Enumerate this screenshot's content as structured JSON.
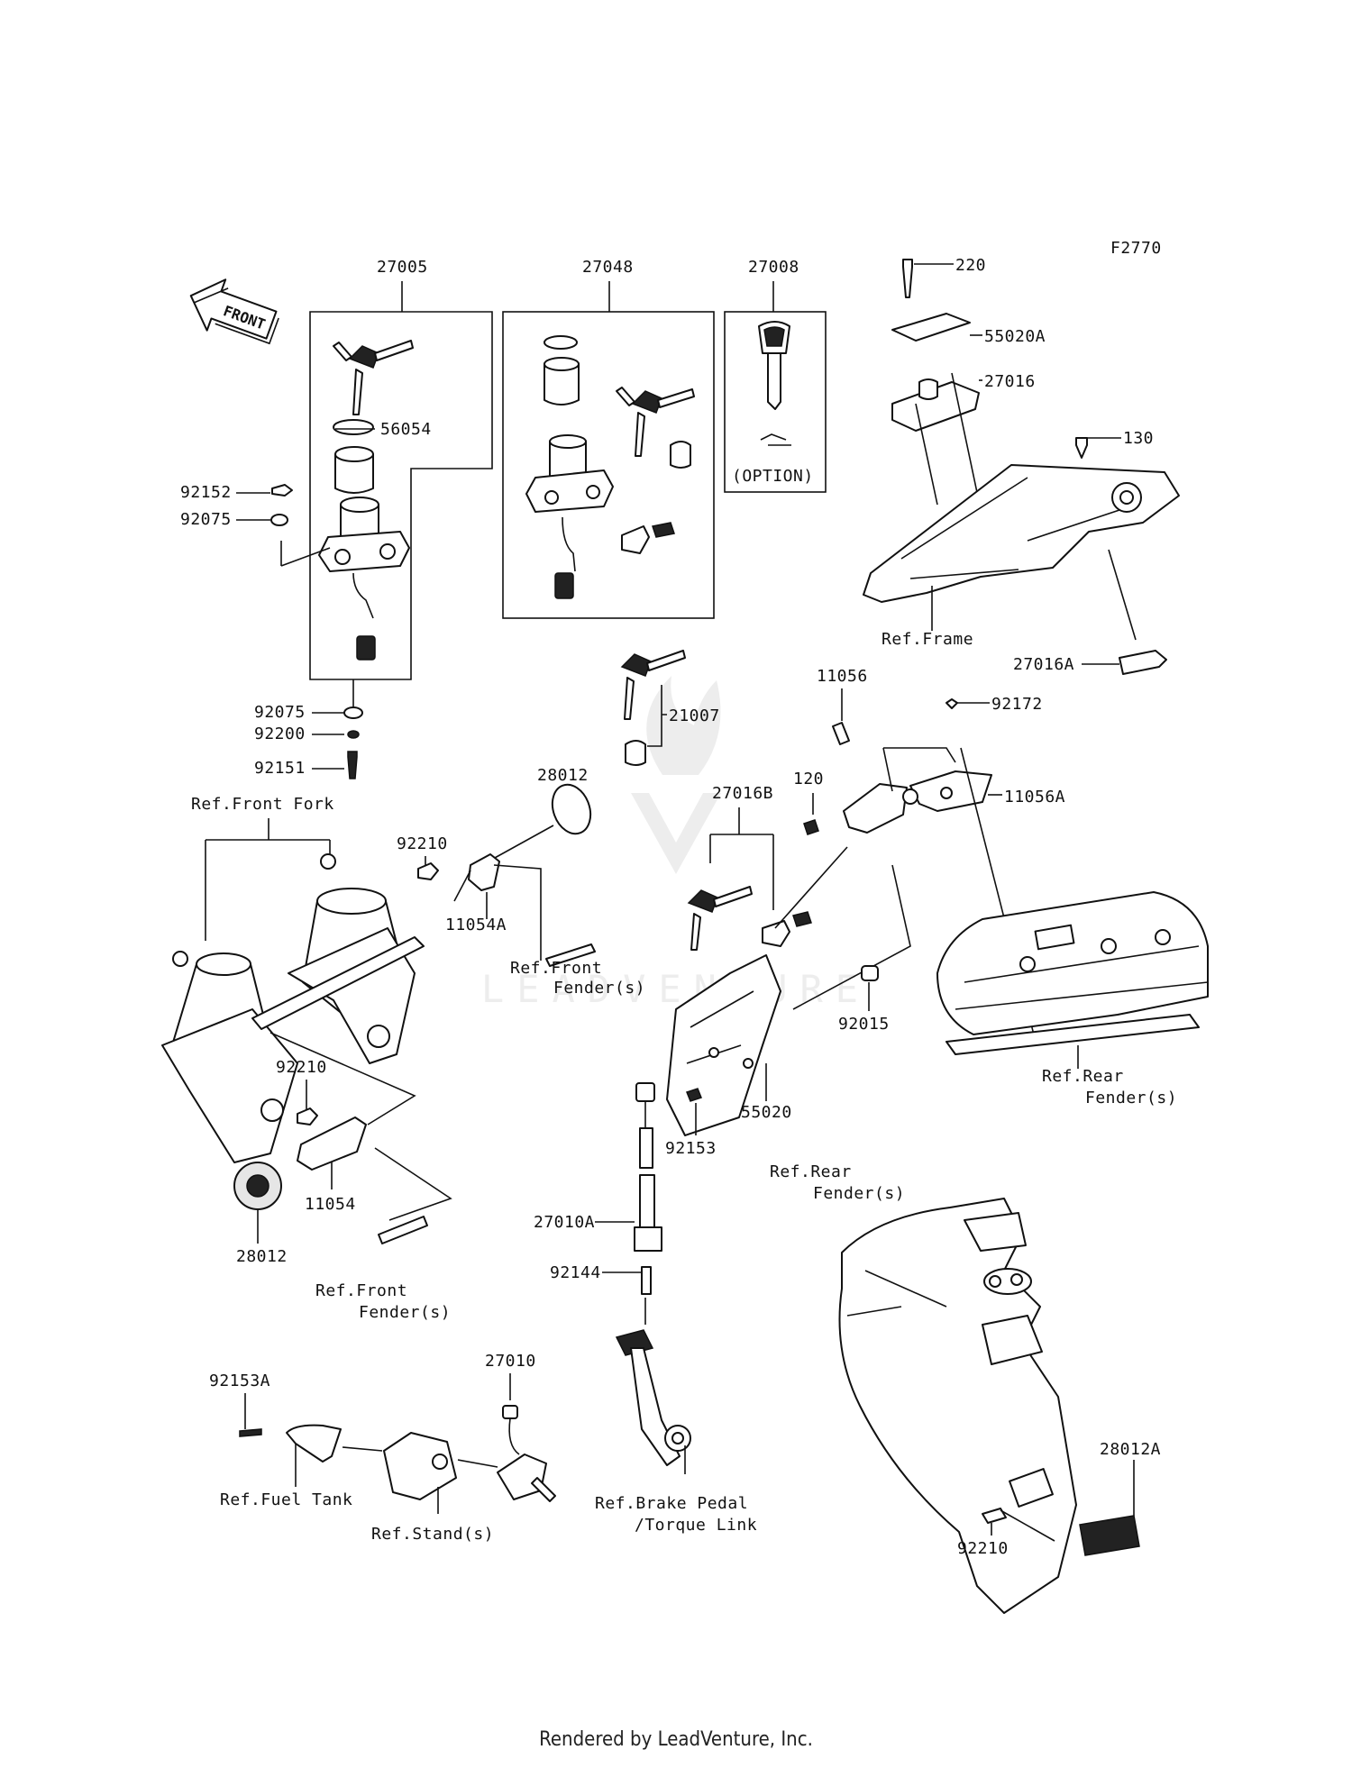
{
  "figure_code": "F2770",
  "front_arrow": "FRONT",
  "footer": "Rendered by LeadVenture, Inc.",
  "watermark": "LEADVENTURE",
  "option_label": "(OPTION)",
  "labels": {
    "p27005": "27005",
    "p27048": "27048",
    "p27008": "27008",
    "p220": "220",
    "p55020A": "55020A",
    "p27016": "27016",
    "p130": "130",
    "p56054": "56054",
    "p92152": "92152",
    "p92075a": "92075",
    "p92075b": "92075",
    "p92200": "92200",
    "p92151": "92151",
    "ref_frame": "Ref.Frame",
    "p27016A": "27016A",
    "p21007": "21007",
    "p11056": "11056",
    "p92172": "92172",
    "p28012a": "28012",
    "p120": "120",
    "p11056A": "11056A",
    "ref_front_fork": "Ref.Front Fork",
    "p92210a": "92210",
    "p27016B": "27016B",
    "p11054A": "11054A",
    "ref_front_fender_a1": "Ref.Front",
    "ref_front_fender_a2": "Fender(s)",
    "p92015": "92015",
    "ref_rear_fender_a1": "Ref.Rear",
    "ref_rear_fender_a2": "Fender(s)",
    "p92210b": "92210",
    "p92153": "92153",
    "p55020": "55020",
    "p11054": "11054",
    "p28012b": "28012",
    "ref_rear_fender_b1": "Ref.Rear",
    "ref_rear_fender_b2": "Fender(s)",
    "p27010A": "27010A",
    "p92144": "92144",
    "ref_front_fender_b1": "Ref.Front",
    "ref_front_fender_b2": "Fender(s)",
    "p92153A": "92153A",
    "p27010": "27010",
    "ref_fuel_tank": "Ref.Fuel Tank",
    "ref_stands": "Ref.Stand(s)",
    "ref_brake_1": "Ref.Brake Pedal",
    "ref_brake_2": "/Torque Link",
    "p28012A": "28012A",
    "p92210c": "92210"
  }
}
